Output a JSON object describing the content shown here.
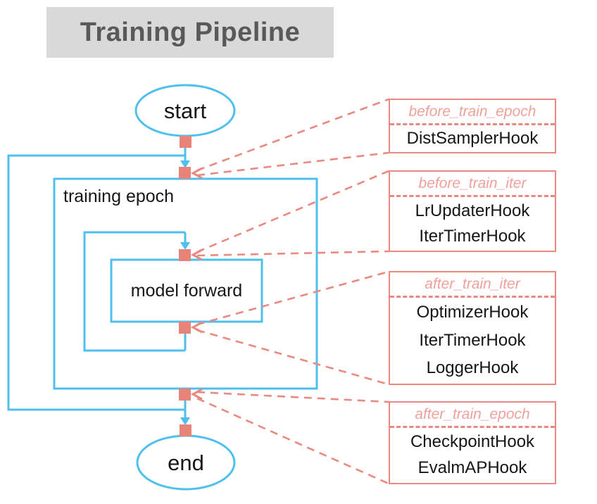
{
  "title": "Training Pipeline",
  "colors": {
    "blue": "#4FC0EE",
    "salmon": "#E9897F",
    "salmon_light": "#F0A19B",
    "square_fill": "#E8837A",
    "title_bg": "#D9D9D9",
    "title_fg": "#595959",
    "text": "#161616"
  },
  "flowchart": {
    "start_label": "start",
    "end_label": "end",
    "training_epoch_label": "training epoch",
    "model_forward_label": "model forward"
  },
  "hooks": [
    {
      "event": "before_train_epoch",
      "hooks": [
        "DistSamplerHook"
      ]
    },
    {
      "event": "before_train_iter",
      "hooks": [
        "LrUpdaterHook",
        "IterTimerHook"
      ]
    },
    {
      "event": "after_train_iter",
      "hooks": [
        "OptimizerHook",
        "IterTimerHook",
        "LoggerHook"
      ]
    },
    {
      "event": "after_train_epoch",
      "hooks": [
        "CheckpointHook",
        "EvalmAPHook"
      ]
    }
  ]
}
